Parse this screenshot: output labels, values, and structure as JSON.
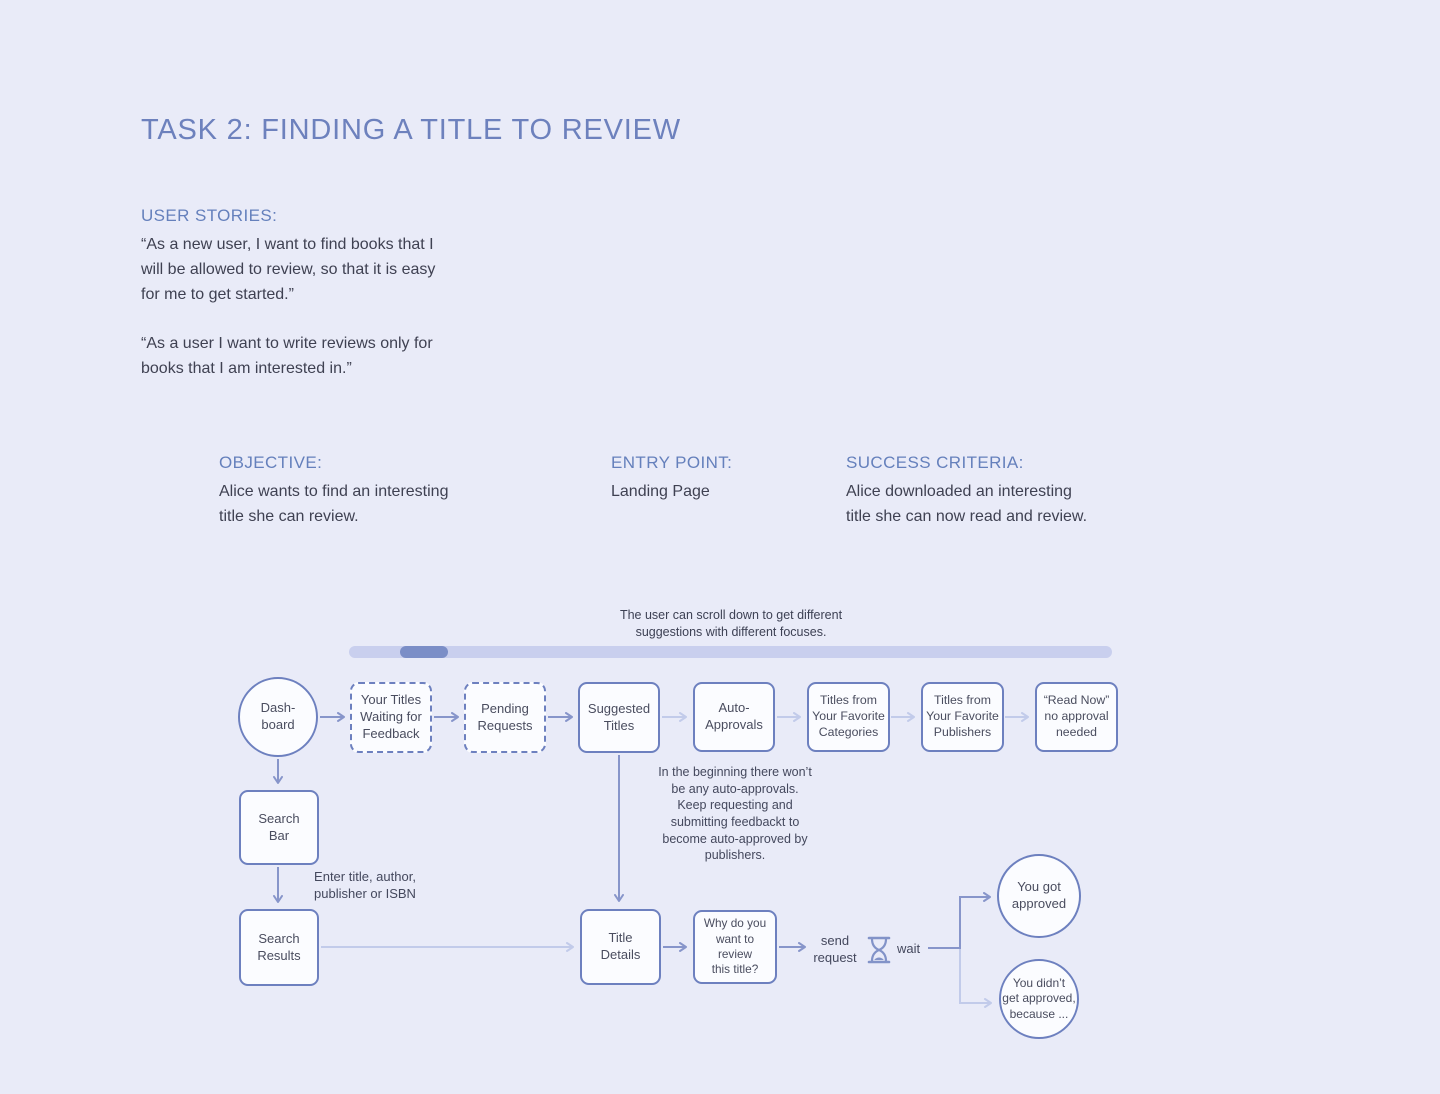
{
  "title": "TASK 2: FINDING A TITLE TO REVIEW",
  "colors": {
    "background": "#e9ebf8",
    "title_blue": "#6d81bd",
    "heading_blue": "#6580bc",
    "body_text": "#3f4152",
    "node_border": "#6d80bf",
    "arrow_dark": "#8795ca",
    "arrow_light": "#c2cbea",
    "scroll_track": "#c9cfee",
    "scroll_thumb": "#7b8ec7"
  },
  "sections": {
    "user_stories": {
      "heading": "USER STORIES:",
      "story1": "“As a new user, I want to find books that I\nwill be allowed to review, so that it is easy\nfor me to get started.”",
      "story2": "“As a user I want to write reviews only for\nbooks that I am interested in.”"
    },
    "objective": {
      "heading": "OBJECTIVE:",
      "text": "Alice wants to find an interesting\ntitle she can review."
    },
    "entry_point": {
      "heading": "ENTRY POINT:",
      "text": "Landing Page"
    },
    "success_criteria": {
      "heading": "SUCCESS CRITERIA:",
      "text": "Alice downloaded an interesting\ntitle she can now read and review."
    }
  },
  "flowchart": {
    "scroll_note": "The user can scroll down to get different\nsuggestions with different focuses.",
    "nodes": {
      "dashboard": "Dash-\nboard",
      "your_titles": "Your Titles\nWaiting for\nFeedback",
      "pending_requests": "Pending\nRequests",
      "suggested_titles": "Suggested\nTitles",
      "auto_approvals": "Auto-\nApprovals",
      "favorite_categories": "Titles from\nYour Favorite\nCategories",
      "favorite_publishers": "Titles from\nYour Favorite\nPublishers",
      "read_now": "“Read Now”\nno approval\nneeded",
      "search_bar": "Search\nBar",
      "search_results": "Search\nResults",
      "title_details": "Title\nDetails",
      "why_review": "Why do you\nwant to\nreview\nthis title?",
      "got_approved": "You got\napproved",
      "not_approved": "You didn’t\nget approved,\nbecause ..."
    },
    "labels": {
      "search_hint": "Enter title, author,\npublisher or ISBN",
      "auto_approval_note": "In the beginning there won’t\nbe any auto-approvals.\nKeep requesting and\nsubmitting feedbackt to\nbecome auto-approved by\npublishers.",
      "send_request": "send\nrequest",
      "wait": "wait"
    },
    "icons": {
      "hourglass": "hourglass-icon"
    }
  }
}
